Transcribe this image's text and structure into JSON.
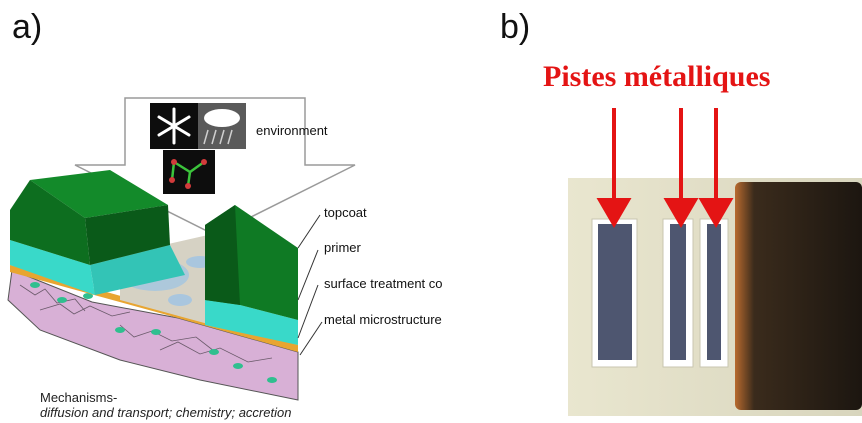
{
  "panel_a": {
    "label": "a)",
    "environment_label": "environment",
    "layers": [
      "topcoat",
      "primer",
      "surface treatment co",
      "metal microstructure"
    ],
    "mechanisms_title": "Mechanisms-",
    "mechanisms_text": "diffusion and transport; chemistry; accretion"
  },
  "panel_b": {
    "label": "b)",
    "title": "Pistes métalliques"
  },
  "colors": {
    "topcoat": "#136b23",
    "primer": "#39d9c9",
    "metal": "#d8b0d6",
    "arrow": "#e41414"
  }
}
